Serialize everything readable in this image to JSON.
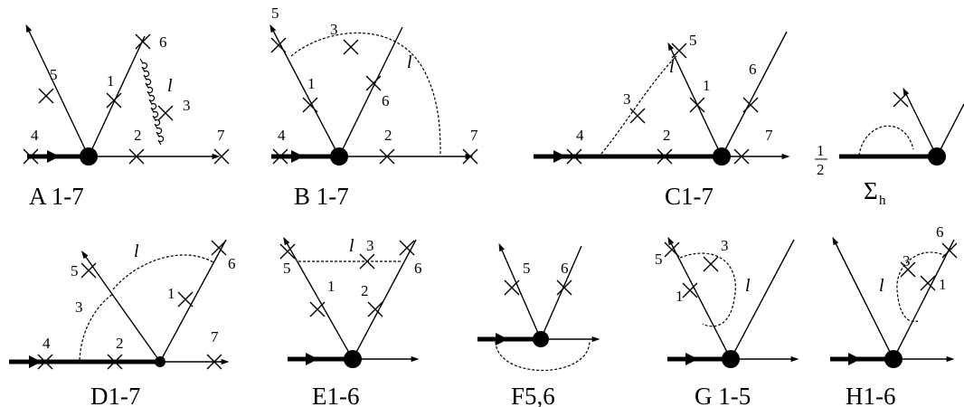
{
  "diagrams": {
    "A": {
      "caption": "A 1-7",
      "insertions": [
        "1",
        "2",
        "3",
        "4",
        "5",
        "6",
        "7"
      ],
      "loop_momentum": "l"
    },
    "B": {
      "caption": "B 1-7",
      "insertions": [
        "1",
        "2",
        "3",
        "4",
        "5",
        "6",
        "7"
      ],
      "loop_momentum": "l"
    },
    "C": {
      "caption": "C1-7",
      "insertions": [
        "1",
        "2",
        "3",
        "4",
        "5",
        "6",
        "7"
      ],
      "loop_momentum": "l"
    },
    "Sigma": {
      "caption": "Σ",
      "caption_sub": "h",
      "prefactor_num": "1",
      "prefactor_den": "2"
    },
    "D": {
      "caption": "D1-7",
      "insertions": [
        "1",
        "2",
        "3",
        "4",
        "5",
        "6",
        "7"
      ],
      "loop_momentum": "l"
    },
    "E": {
      "caption": "E1-6",
      "insertions": [
        "1",
        "2",
        "3",
        "5",
        "6"
      ],
      "loop_momentum": "l"
    },
    "F": {
      "caption": "F5,6",
      "insertions": [
        "5",
        "6"
      ]
    },
    "G": {
      "caption": "G 1-5",
      "insertions": [
        "1",
        "3",
        "5"
      ],
      "loop_momentum": "l"
    },
    "H": {
      "caption": "H1-6",
      "insertions": [
        "1",
        "3",
        "6"
      ],
      "loop_momentum": "l"
    }
  }
}
